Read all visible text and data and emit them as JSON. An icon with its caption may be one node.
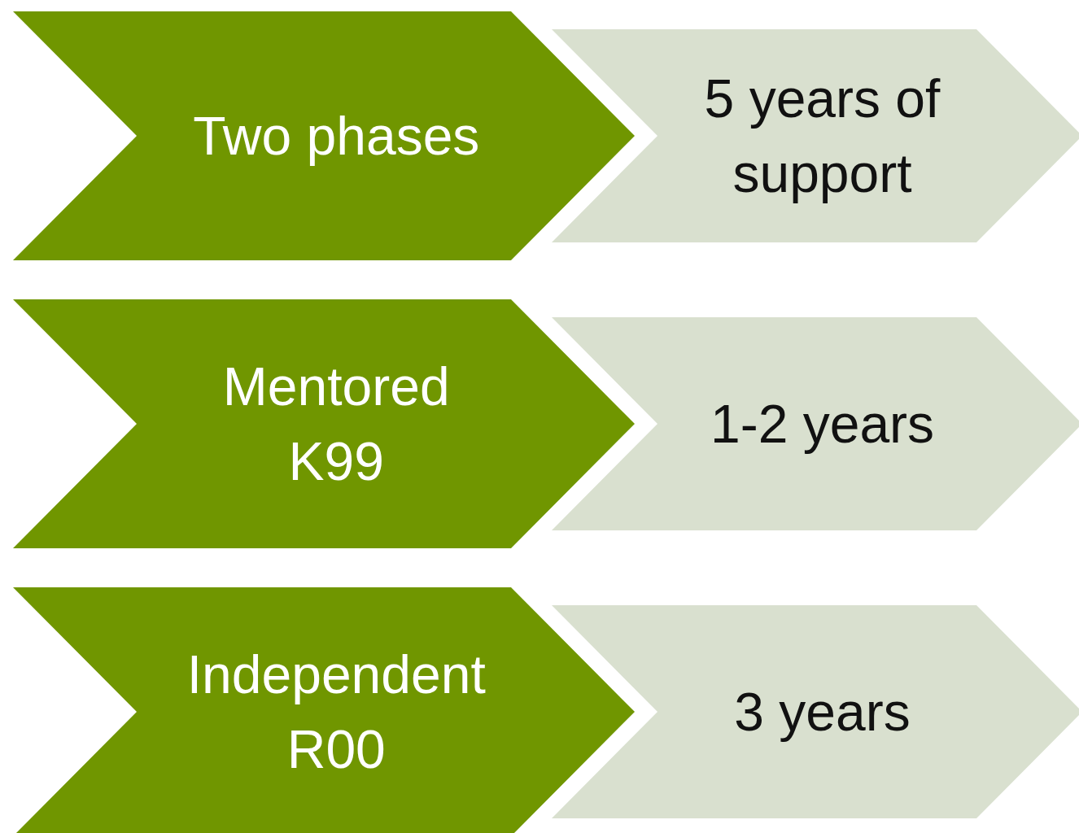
{
  "diagram": {
    "nodes": [
      {
        "text": [
          "Two phases"
        ]
      },
      {
        "text": [
          "5 years of support"
        ]
      },
      {
        "text": [
          "Mentored K99"
        ]
      },
      {
        "text": [
          "1-2 years"
        ]
      },
      {
        "text": [
          "Independent R00"
        ]
      },
      {
        "text": [
          "3 years"
        ]
      }
    ]
  }
}
